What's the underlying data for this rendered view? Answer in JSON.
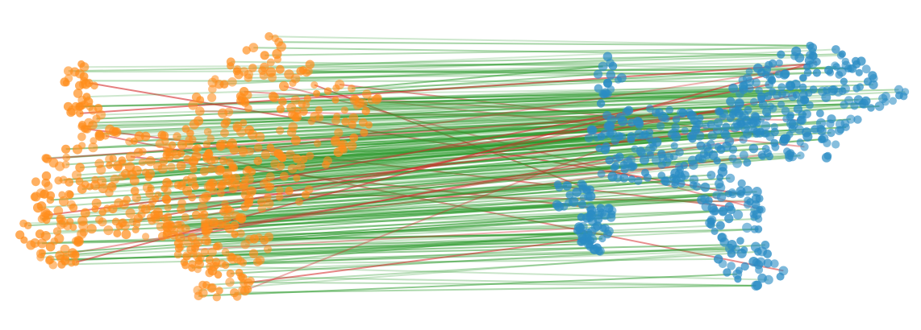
{
  "figure": {
    "background": "#ffffff"
  },
  "colors": {
    "source_points": "#ff8c1a",
    "target_points": "#2a8cc4",
    "correct_match": "#2e9a2e",
    "incorrect_match": "#d42a2a"
  },
  "point_clouds": [
    {
      "name": "source-point-cloud",
      "color_key": "source_points",
      "opacity": 0.75
    },
    {
      "name": "target-point-cloud",
      "color_key": "target_points",
      "opacity": 0.8
    }
  ],
  "correspondences": {
    "correct_color_key": "correct_match",
    "incorrect_color_key": "incorrect_match",
    "correct_fraction": 0.9
  }
}
